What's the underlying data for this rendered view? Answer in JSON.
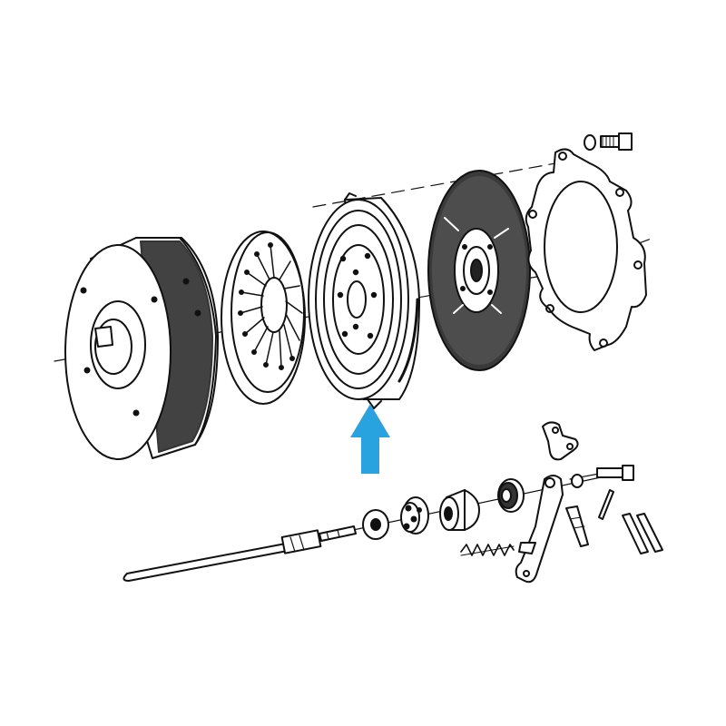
{
  "diagram": {
    "kind": "exploded-view",
    "parts": [
      {
        "id": "flywheel",
        "icon": "flywheel-icon"
      },
      {
        "id": "release-plate",
        "icon": "diaphragm-spring-icon"
      },
      {
        "id": "pressure-plate",
        "icon": "pressure-plate-icon",
        "highlighted": true
      },
      {
        "id": "clutch-disc",
        "icon": "clutch-disc-icon"
      },
      {
        "id": "cover-gasket",
        "icon": "cover-gasket-icon"
      },
      {
        "id": "bolt-and-washer",
        "icon": "bolt-icon"
      },
      {
        "id": "input-shaft",
        "icon": "shaft-icon"
      },
      {
        "id": "washer",
        "icon": "washer-icon"
      },
      {
        "id": "retainer",
        "icon": "retainer-icon"
      },
      {
        "id": "release-bearing",
        "icon": "bearing-icon"
      },
      {
        "id": "bearing-ring",
        "icon": "bearing-ring-icon"
      },
      {
        "id": "release-fork",
        "icon": "release-fork-icon"
      },
      {
        "id": "bracket",
        "icon": "bracket-icon"
      },
      {
        "id": "spring",
        "icon": "spring-icon"
      },
      {
        "id": "pins",
        "icon": "pin-icon"
      }
    ]
  },
  "colors": {
    "line": "#111111",
    "dark_fill": "#222222",
    "highlight_arrow": "#29a3e0",
    "background": "#ffffff"
  }
}
